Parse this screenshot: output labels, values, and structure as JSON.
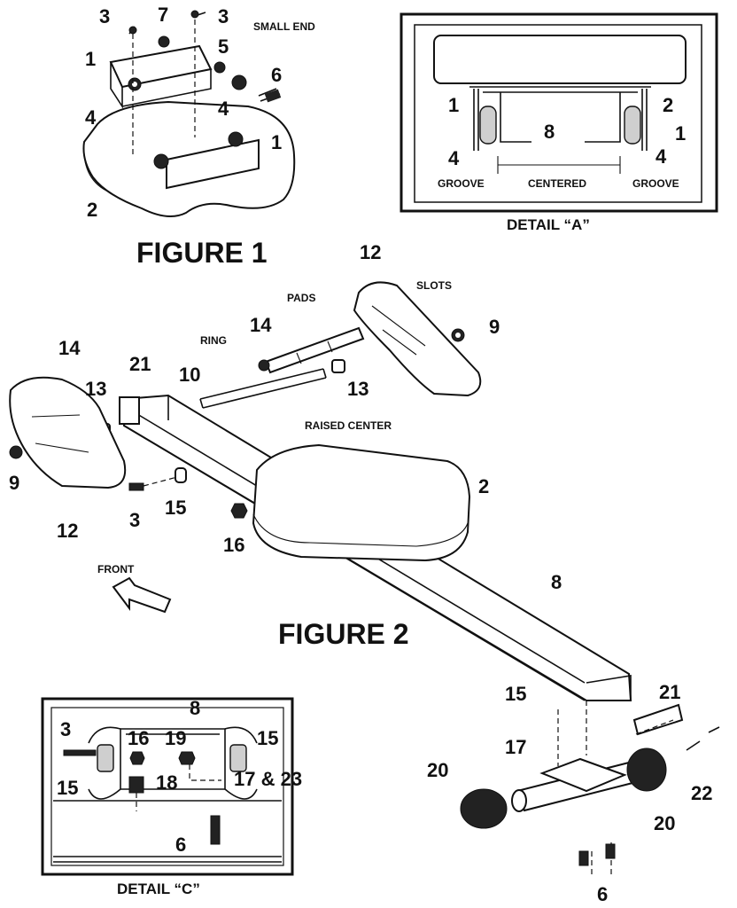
{
  "figure1": {
    "title": "FIGURE 1",
    "label_small_end": "SMALL END",
    "callouts": {
      "n3a": "3",
      "n7": "7",
      "n3b": "3",
      "n1a": "1",
      "n5": "5",
      "n6": "6",
      "n4a": "4",
      "n4b": "4",
      "n1b": "1",
      "n2": "2"
    }
  },
  "detail_a": {
    "title": "DETAIL “A”",
    "groove_left": "GROOVE",
    "groove_right": "GROOVE",
    "centered": "CENTERED",
    "callouts": {
      "n1l": "1",
      "n2": "2",
      "n8": "8",
      "n1r": "1",
      "n4l": "4",
      "n4r": "4"
    }
  },
  "figure2": {
    "title": "FIGURE 2",
    "label_pads": "PADS",
    "label_slots": "SLOTS",
    "label_ring": "RING",
    "label_raised_center": "RAISED CENTER",
    "label_front": "FRONT",
    "callouts": {
      "n12a": "12",
      "n9a": "9",
      "n14a": "14",
      "n14b": "14",
      "n21a": "21",
      "n10": "10",
      "n13a": "13",
      "n13b": "13",
      "n9b": "9",
      "n12b": "12",
      "n3": "3",
      "n15a": "15",
      "n16": "16",
      "n2": "2",
      "n8": "8",
      "n21b": "21",
      "n15b": "15",
      "n17": "17",
      "n20a": "20",
      "n20b": "20",
      "n22": "22",
      "n6": "6"
    }
  },
  "detail_c": {
    "title": "DETAIL “C”",
    "callouts": {
      "n8": "8",
      "n3": "3",
      "n16": "16",
      "n19": "19",
      "n15a": "15",
      "n15b": "15",
      "n18": "18",
      "n17_23": "17 & 23",
      "n6": "6"
    }
  }
}
